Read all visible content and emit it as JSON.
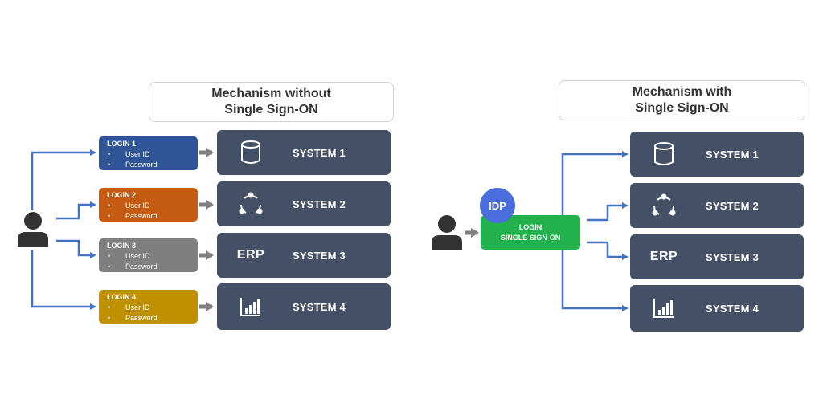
{
  "left": {
    "title_line1": "Mechanism without",
    "title_line2": "Single Sign-ON",
    "logins": [
      {
        "title": "LOGIN 1",
        "field1": "User ID",
        "field2": "Password",
        "color": "#2f5597"
      },
      {
        "title": "LOGIN 2",
        "field1": "User ID",
        "field2": "Password",
        "color": "#c55a11"
      },
      {
        "title": "LOGIN 3",
        "field1": "User ID",
        "field2": "Password",
        "color": "#7f7f7f"
      },
      {
        "title": "LOGIN 4",
        "field1": "User ID",
        "field2": "Password",
        "color": "#bf9000"
      }
    ],
    "systems": [
      {
        "label": "SYSTEM 1",
        "icon": "database-icon"
      },
      {
        "label": "SYSTEM 2",
        "icon": "network-icon"
      },
      {
        "label": "SYSTEM 3",
        "icon": "erp-icon",
        "icon_text": "ERP"
      },
      {
        "label": "SYSTEM 4",
        "icon": "bar-chart-icon"
      }
    ]
  },
  "right": {
    "title_line1": "Mechanism with",
    "title_line2": "Single Sign-ON",
    "idp_label": "IDP",
    "sso_line1": "LOGIN",
    "sso_line2": "SINGLE SIGN-ON",
    "systems": [
      {
        "label": "SYSTEM 1",
        "icon": "database-icon"
      },
      {
        "label": "SYSTEM 2",
        "icon": "network-icon"
      },
      {
        "label": "SYSTEM 3",
        "icon": "erp-icon",
        "icon_text": "ERP"
      },
      {
        "label": "SYSTEM 4",
        "icon": "bar-chart-icon"
      }
    ]
  },
  "colors": {
    "system_box": "#445066",
    "connector": "#4472c4",
    "arrow_gray": "#7f7f7f",
    "sso_green": "#22b14c",
    "idp_blue": "#4a6fdc",
    "user": "#333333"
  }
}
